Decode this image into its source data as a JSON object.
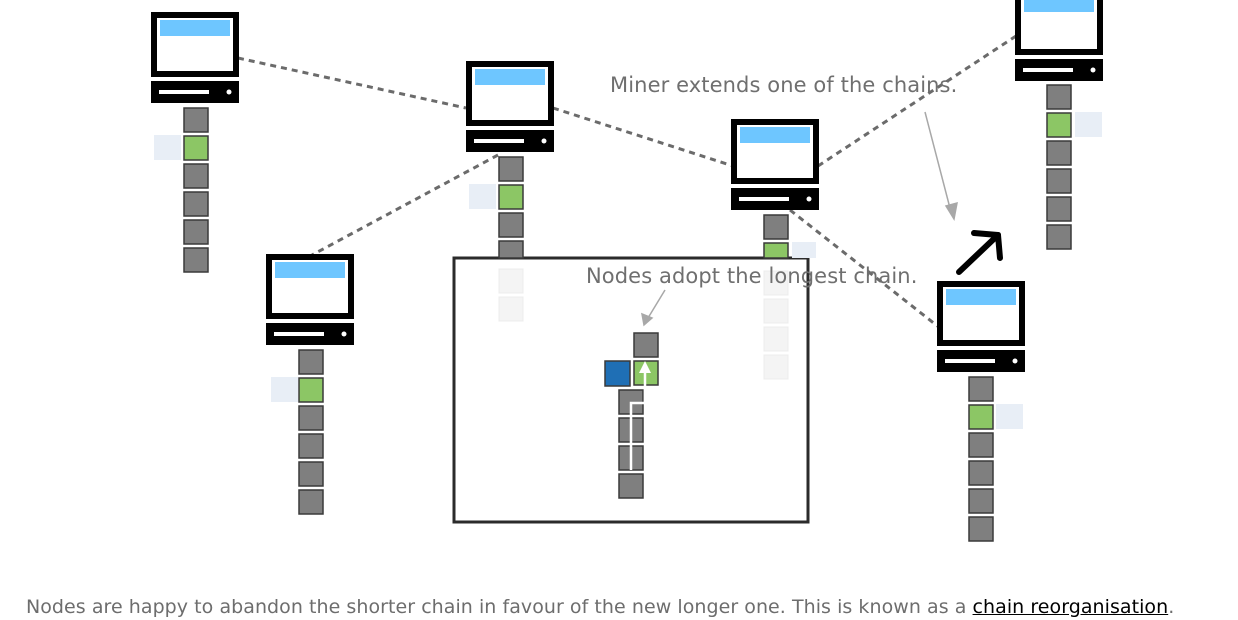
{
  "annotations": {
    "miner_extends": "Miner extends one of the chains.",
    "nodes_adopt": "Nodes adopt the longest chain."
  },
  "caption": {
    "text_before": "Nodes are happy to abandon the shorter chain in favour of the new longer one. This is known as a ",
    "link_text": "chain reorganisation",
    "text_after": "."
  },
  "colors": {
    "block_default": "#7f7f7f",
    "block_recent": "#8cc665",
    "block_new": "#1f6fb5",
    "block_orphan": "#e8eef6",
    "screen": "#6ec6ff",
    "dashed_link": "#6b6b6b",
    "caption_text": "#6d6d6d"
  },
  "icons": {
    "node": "computer-icon",
    "miner_indicator": "arrow-up-right-icon"
  }
}
